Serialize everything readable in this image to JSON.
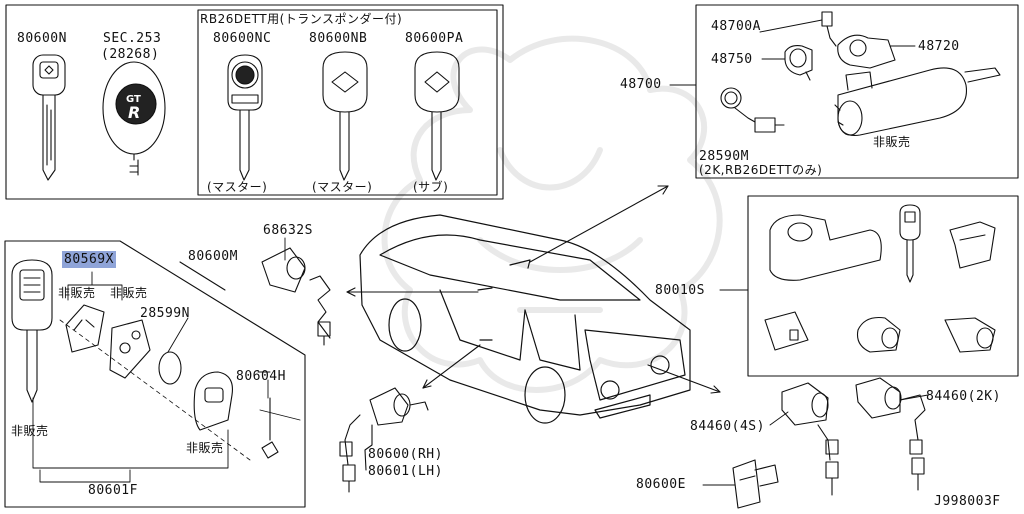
{
  "top_left": {
    "p80600n": "80600N",
    "sec253": "SEC.253",
    "sec253_sub": "(28268)",
    "rb_title": "RB26DETT用(トランスポンダー付)",
    "p80600nc": "80600NC",
    "p80600nb": "80600NB",
    "p80600pa": "80600PA",
    "master1": "(マスター)",
    "master2": "(マスター)",
    "sub": "(サブ)"
  },
  "top_right": {
    "p48700": "48700",
    "p48700a": "48700A",
    "p48720": "48720",
    "p48750": "48750",
    "not_sold": "非販売",
    "p28590m": "28590M",
    "p28590m_note": "(2K,RB26DETTのみ)"
  },
  "middle": {
    "p68632s": "68632S",
    "p80010s": "80010S",
    "p80600rh": "80600(RH)",
    "p80601lh": "80601(LH)"
  },
  "left_box": {
    "p80569x": "80569X",
    "not_sold_a": "非販売",
    "not_sold_b": "非販売",
    "p80600m": "80600M",
    "p28599n": "28599N",
    "p80604h": "80604H",
    "not_sold_left": "非販売",
    "not_sold_right": "非販売",
    "p80601f": "80601F"
  },
  "bottom_right": {
    "p84460_4s": "84460(4S)",
    "p84460_2k": "84460(2K)",
    "p80600e": "80600E",
    "diagram_id": "J998003F"
  }
}
